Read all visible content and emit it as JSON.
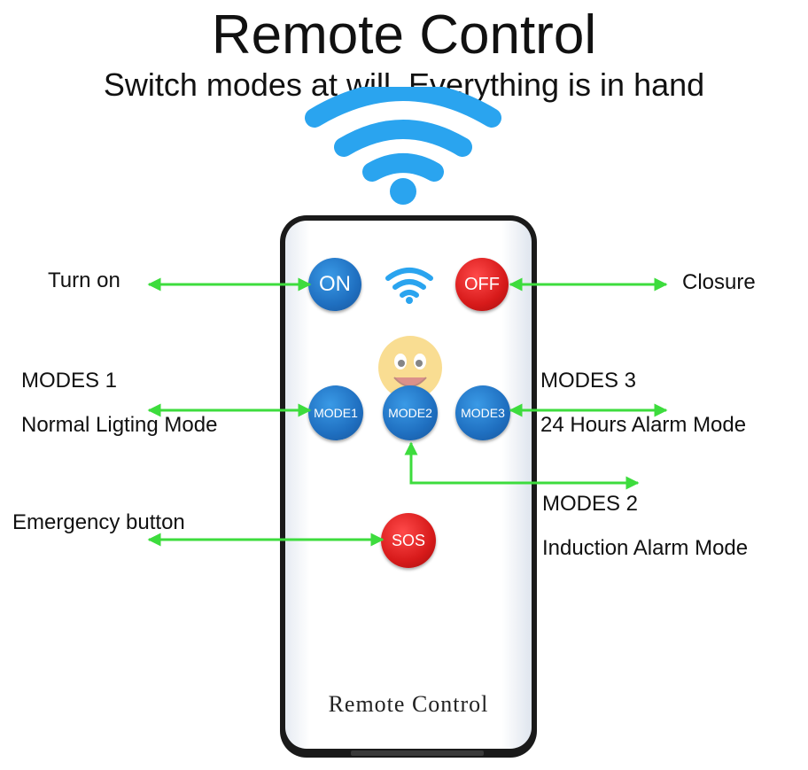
{
  "header": {
    "title": "Remote Control",
    "subtitle": "Switch modes at will, Everything is in hand"
  },
  "remote": {
    "buttons": {
      "on": "ON",
      "off": "OFF",
      "mode1": "MODE1",
      "mode2": "MODE2",
      "mode3": "MODE3",
      "sos": "SOS"
    },
    "label": "Remote Control"
  },
  "annotations": {
    "turn_on": "Turn on",
    "closure": "Closure",
    "modes1_title": "MODES 1",
    "modes1_desc": "Normal  Ligting Mode",
    "modes3_title": "MODES 3",
    "modes3_desc": "24 Hours  Alarm Mode",
    "modes2_title": "MODES 2",
    "modes2_desc": "Induction Alarm Mode",
    "emergency": "Emergency button"
  },
  "colors": {
    "wifi_blue": "#2aa4ef",
    "button_blue": "#1f6fc0",
    "button_red": "#d71a1a",
    "arrow_green": "#3ddc3d",
    "remote_body": "#1a1a1a"
  },
  "icons": [
    "wifi-signal-icon",
    "wifi-icon",
    "smiley-mascot-icon",
    "arrow-icon"
  ]
}
